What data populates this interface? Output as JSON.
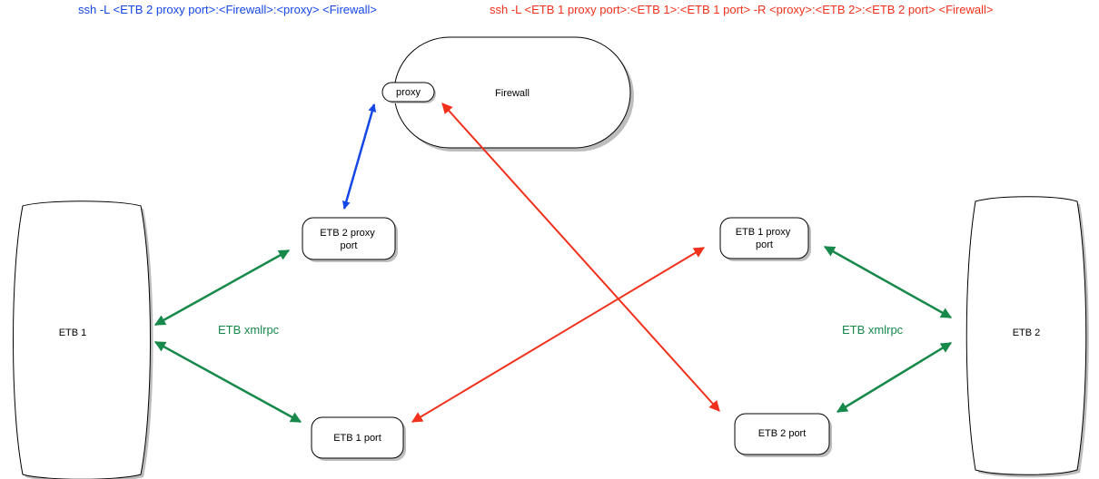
{
  "commands": {
    "blue": "ssh -L <ETB 2 proxy port>:<Firewall>:<proxy> <Firewall>",
    "red": "ssh -L <ETB 1 proxy port>:<ETB 1>:<ETB 1 port>  -R  <proxy>:<ETB 2>:<ETB 2 port>   <Firewall>"
  },
  "nodes": {
    "etb1": "ETB 1",
    "etb2": "ETB 2",
    "firewall": "Firewall",
    "proxy": "proxy",
    "etb2_proxy_port": [
      "ETB 2 proxy",
      "port"
    ],
    "etb1_proxy_port": [
      "ETB 1 proxy",
      "port"
    ],
    "etb1_port": "ETB 1 port",
    "etb2_port": "ETB 2 port"
  },
  "links": {
    "left_label": "ETB xmlrpc",
    "right_label": "ETB xmlrpc"
  },
  "colors": {
    "blue": "#1447e6",
    "red": "#f2311c",
    "green": "#17894b"
  }
}
